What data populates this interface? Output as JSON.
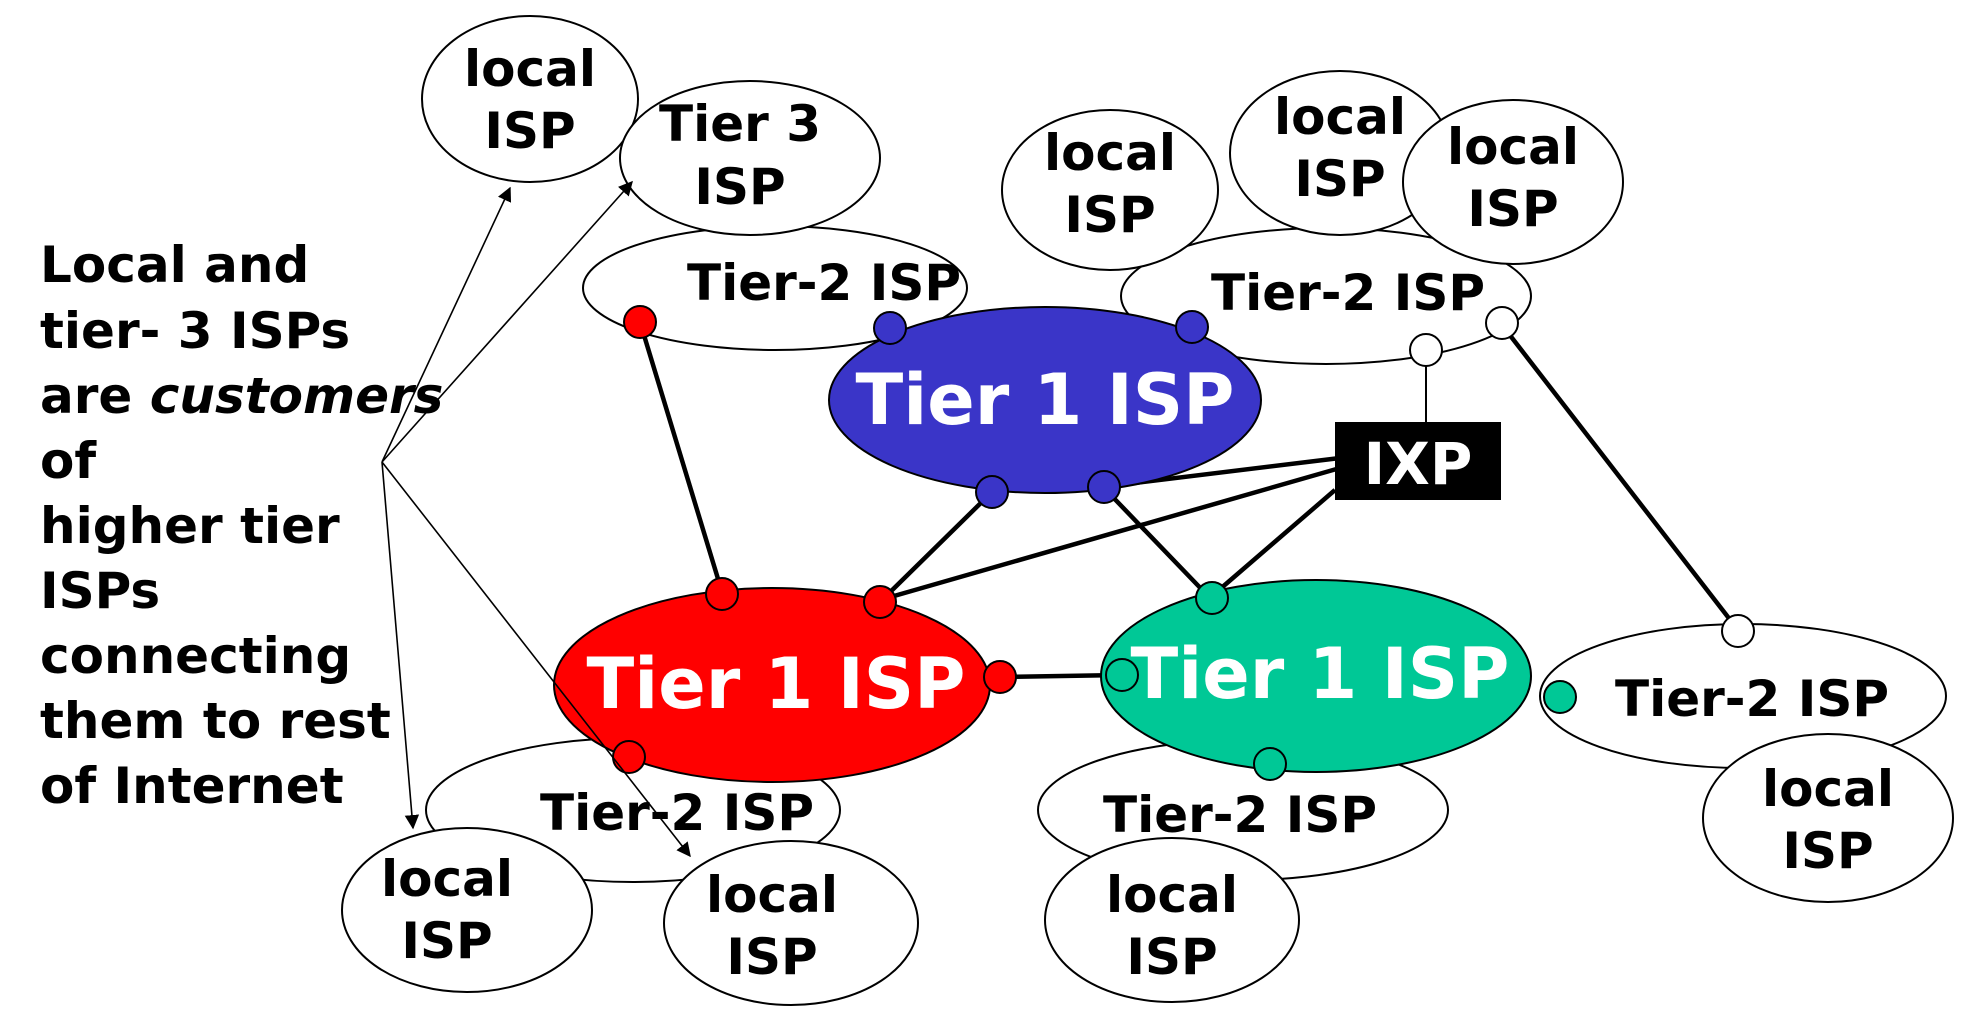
{
  "colors": {
    "tier1_blue": "#3a35c8",
    "tier1_red": "#ff0000",
    "tier1_green": "#00c896",
    "ixp": "#000000",
    "port_blue": "#3a35c8",
    "port_red": "#ff0000",
    "port_green": "#00c896",
    "port_open": "#ffffff"
  },
  "tier1": {
    "blue": "Tier 1 ISP",
    "red": "Tier 1 ISP",
    "green": "Tier 1 ISP"
  },
  "ixp": "IXP",
  "tier2": {
    "top_left": "Tier-2 ISP",
    "top_right": "Tier-2 ISP",
    "right": "Tier-2 ISP",
    "bottom_left": "Tier-2 ISP",
    "bottom_middle": "Tier-2 ISP"
  },
  "tier3": {
    "line1": "Tier 3",
    "line2": "ISP"
  },
  "local_isp": {
    "line1": "local",
    "line2": "ISP"
  },
  "annotation": {
    "line1": "Local and",
    "line2": "tier- 3 ISPs",
    "line3_a": "are ",
    "line3_b": "customers",
    "line4": "of",
    "line5": "higher tier",
    "line6": "ISPs",
    "line7": "connecting",
    "line8": "them to rest",
    "line9": "of Internet"
  }
}
